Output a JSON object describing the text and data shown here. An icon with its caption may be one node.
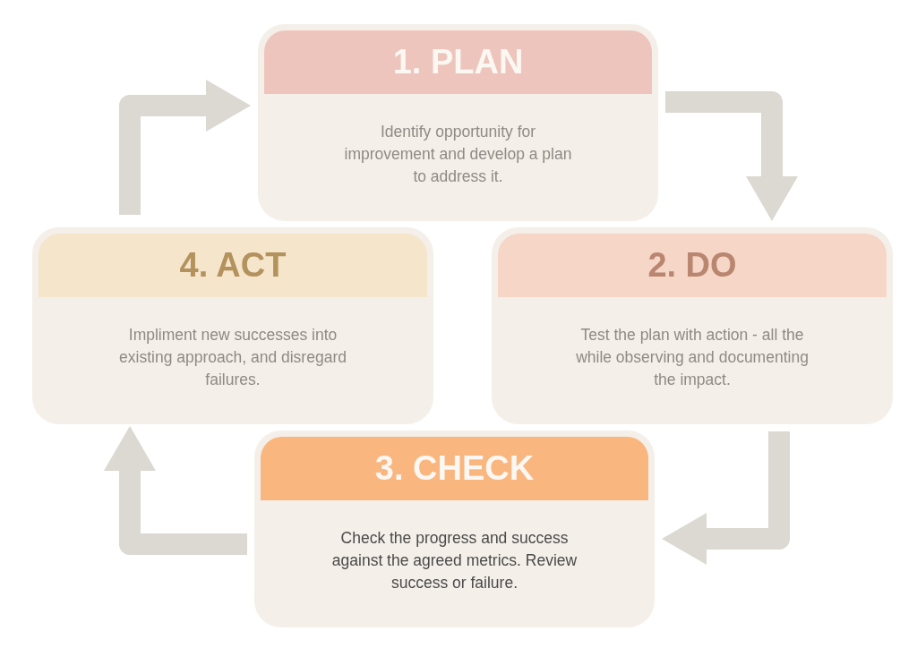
{
  "diagram": {
    "nodes": [
      {
        "text": [
          "1. PLAN",
          "Identify opportunity for improvement and develop a plan to address it."
        ]
      },
      {
        "text": [
          "2. DO",
          "Test the plan with action - all the while observing and documenting the impact."
        ]
      },
      {
        "text": [
          "3. CHECK",
          "Check the progress and success against the agreed metrics. Review success or failure."
        ]
      },
      {
        "text": [
          "4. ACT",
          "Impliment new successes into existing approach, and disregard failures."
        ]
      }
    ],
    "edges": [
      {
        "from": 0,
        "to": 1,
        "arrow": "to"
      },
      {
        "from": 1,
        "to": 2,
        "arrow": "to"
      },
      {
        "from": 2,
        "to": 3,
        "arrow": "to"
      },
      {
        "from": 3,
        "to": 0,
        "arrow": "to"
      }
    ]
  }
}
